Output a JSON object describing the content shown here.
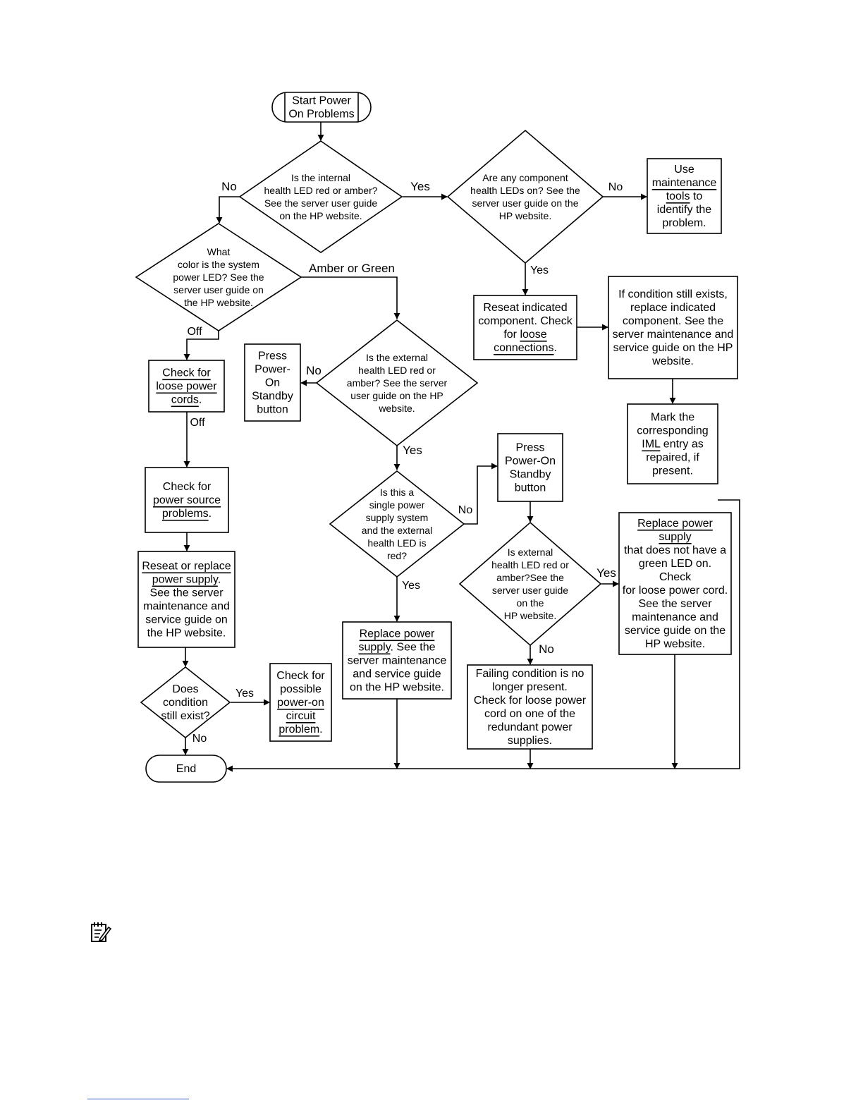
{
  "nodes": [
    {
      "id": "start",
      "lines": [
        [
          {
            "t": "Start Power"
          }
        ],
        [
          {
            "t": "On Problems"
          }
        ]
      ]
    },
    {
      "id": "q_internal",
      "lines": [
        [
          {
            "t": "Is the internal"
          }
        ],
        [
          {
            "t": "health LED red or amber?"
          }
        ],
        [
          {
            "t": "See the server user guide"
          }
        ],
        [
          {
            "t": "on the HP website."
          }
        ]
      ]
    },
    {
      "id": "q_component",
      "lines": [
        [
          {
            "t": "Are any component"
          }
        ],
        [
          {
            "t": "health LEDs on? See the"
          }
        ],
        [
          {
            "t": "server user guide on the"
          }
        ],
        [
          {
            "t": "HP website."
          }
        ]
      ]
    },
    {
      "id": "maint_tools",
      "lines": [
        [
          {
            "t": "Use"
          }
        ],
        [
          {
            "t": "maintenance",
            "u": true
          }
        ],
        [
          {
            "t": "tools",
            "u": true
          },
          {
            "t": " to"
          }
        ],
        [
          {
            "t": "identify the"
          }
        ],
        [
          {
            "t": "problem."
          }
        ]
      ]
    },
    {
      "id": "q_system_led",
      "lines": [
        [
          {
            "t": "What"
          }
        ],
        [
          {
            "t": "color is the system"
          }
        ],
        [
          {
            "t": "power LED? See the"
          }
        ],
        [
          {
            "t": "server user guide on"
          }
        ],
        [
          {
            "t": "the HP website."
          }
        ]
      ]
    },
    {
      "id": "reseat_component",
      "lines": [
        [
          {
            "t": "Reseat indicated"
          }
        ],
        [
          {
            "t": "component. Check"
          }
        ],
        [
          {
            "t": "for "
          },
          {
            "t": "loose",
            "u": true
          }
        ],
        [
          {
            "t": "connections",
            "u": true
          },
          {
            "t": "."
          }
        ]
      ]
    },
    {
      "id": "replace_component",
      "lines": [
        [
          {
            "t": "If condition still exists,"
          }
        ],
        [
          {
            "t": "replace indicated"
          }
        ],
        [
          {
            "t": "component. See the"
          }
        ],
        [
          {
            "t": "server maintenance and"
          }
        ],
        [
          {
            "t": "service guide on the HP"
          }
        ],
        [
          {
            "t": "website."
          }
        ]
      ]
    },
    {
      "id": "check_cords",
      "lines": [
        [
          {
            "t": "Check for",
            "u": true
          }
        ],
        [
          {
            "t": "loose power",
            "u": true
          }
        ],
        [
          {
            "t": "cords",
            "u": true
          },
          {
            "t": "."
          }
        ]
      ]
    },
    {
      "id": "press_standby_1",
      "lines": [
        [
          {
            "t": "Press"
          }
        ],
        [
          {
            "t": "Power-"
          }
        ],
        [
          {
            "t": "On"
          }
        ],
        [
          {
            "t": "Standby"
          }
        ],
        [
          {
            "t": "button"
          }
        ]
      ]
    },
    {
      "id": "q_external",
      "lines": [
        [
          {
            "t": "Is the external"
          }
        ],
        [
          {
            "t": "health LED red or"
          }
        ],
        [
          {
            "t": "amber? See the server"
          }
        ],
        [
          {
            "t": "user guide on the HP"
          }
        ],
        [
          {
            "t": "website."
          }
        ]
      ]
    },
    {
      "id": "mark_iml",
      "lines": [
        [
          {
            "t": "Mark the"
          }
        ],
        [
          {
            "t": "corresponding"
          }
        ],
        [
          {
            "t": "IML",
            "u": true
          },
          {
            "t": " entry as"
          }
        ],
        [
          {
            "t": "repaired, if"
          }
        ],
        [
          {
            "t": "present."
          }
        ]
      ]
    },
    {
      "id": "power_source",
      "lines": [
        [
          {
            "t": "Check for"
          }
        ],
        [
          {
            "t": "power source",
            "u": true
          }
        ],
        [
          {
            "t": "problems",
            "u": true
          },
          {
            "t": "."
          }
        ]
      ]
    },
    {
      "id": "press_standby_2",
      "lines": [
        [
          {
            "t": "Press"
          }
        ],
        [
          {
            "t": "Power-On"
          }
        ],
        [
          {
            "t": "Standby"
          }
        ],
        [
          {
            "t": "button"
          }
        ]
      ]
    },
    {
      "id": "q_single_supply",
      "lines": [
        [
          {
            "t": "Is this a"
          }
        ],
        [
          {
            "t": "single power"
          }
        ],
        [
          {
            "t": "supply system"
          }
        ],
        [
          {
            "t": "and the external"
          }
        ],
        [
          {
            "t": "health LED is"
          }
        ],
        [
          {
            "t": "red?"
          }
        ]
      ]
    },
    {
      "id": "replace_no_green",
      "lines": [
        [
          {
            "t": "Replace power",
            "u": true
          }
        ],
        [
          {
            "t": "supply",
            "u": true
          }
        ],
        [
          {
            "t": "that does not have a"
          }
        ],
        [
          {
            "t": "green LED on."
          }
        ],
        [
          {
            "t": "Check"
          }
        ],
        [
          {
            "t": "for loose power cord."
          }
        ],
        [
          {
            "t": "See the server"
          }
        ],
        [
          {
            "t": "maintenance and"
          }
        ],
        [
          {
            "t": "service guide on the"
          }
        ],
        [
          {
            "t": "HP website."
          }
        ]
      ]
    },
    {
      "id": "reseat_supply",
      "lines": [
        [
          {
            "t": "Reseat or replace",
            "u": true
          }
        ],
        [
          {
            "t": "power supply",
            "u": true
          },
          {
            "t": "."
          }
        ],
        [
          {
            "t": "See the server"
          }
        ],
        [
          {
            "t": "maintenance and"
          }
        ],
        [
          {
            "t": "service guide on"
          }
        ],
        [
          {
            "t": "the HP website."
          }
        ]
      ]
    },
    {
      "id": "q_external_2",
      "lines": [
        [
          {
            "t": "Is external"
          }
        ],
        [
          {
            "t": "health LED red or"
          }
        ],
        [
          {
            "t": "amber?See the"
          }
        ],
        [
          {
            "t": "server user guide"
          }
        ],
        [
          {
            "t": "on the"
          }
        ],
        [
          {
            "t": "HP website."
          }
        ]
      ]
    },
    {
      "id": "replace_supply",
      "lines": [
        [
          {
            "t": "Replace power",
            "u": true
          }
        ],
        [
          {
            "t": "supply",
            "u": true
          },
          {
            "t": ". See the"
          }
        ],
        [
          {
            "t": "server maintenance"
          }
        ],
        [
          {
            "t": "and service guide"
          }
        ],
        [
          {
            "t": "on the HP website."
          }
        ]
      ]
    },
    {
      "id": "q_still_exist",
      "lines": [
        [
          {
            "t": "Does"
          }
        ],
        [
          {
            "t": "condition"
          }
        ],
        [
          {
            "t": "still exist?"
          }
        ]
      ]
    },
    {
      "id": "power_on_circuit",
      "lines": [
        [
          {
            "t": "Check for"
          }
        ],
        [
          {
            "t": "possible"
          }
        ],
        [
          {
            "t": "power-on",
            "u": true
          }
        ],
        [
          {
            "t": "circuit",
            "u": true
          }
        ],
        [
          {
            "t": "problem",
            "u": true
          },
          {
            "t": "."
          }
        ]
      ]
    },
    {
      "id": "failing_gone",
      "lines": [
        [
          {
            "t": "Failing condition is no"
          }
        ],
        [
          {
            "t": "longer present."
          }
        ],
        [
          {
            "t": "Check for loose power"
          }
        ],
        [
          {
            "t": "cord on one of the"
          }
        ],
        [
          {
            "t": "redundant power"
          }
        ],
        [
          {
            "t": "supplies."
          }
        ]
      ]
    },
    {
      "id": "end",
      "lines": [
        [
          {
            "t": "End"
          }
        ]
      ]
    }
  ],
  "edge_labels": [
    {
      "id": "internal_no",
      "text": "No"
    },
    {
      "id": "internal_yes",
      "text": "Yes"
    },
    {
      "id": "component_no",
      "text": "No"
    },
    {
      "id": "component_yes",
      "text": "Yes"
    },
    {
      "id": "led_amber_green",
      "text": "Amber or Green"
    },
    {
      "id": "led_off",
      "text": "Off"
    },
    {
      "id": "cords_off",
      "text": "Off"
    },
    {
      "id": "external_no",
      "text": "No"
    },
    {
      "id": "external_yes",
      "text": "Yes"
    },
    {
      "id": "single_no",
      "text": "No"
    },
    {
      "id": "single_yes",
      "text": "Yes"
    },
    {
      "id": "external2_yes",
      "text": "Yes"
    },
    {
      "id": "external2_no",
      "text": "No"
    },
    {
      "id": "still_yes",
      "text": "Yes"
    },
    {
      "id": "still_no",
      "text": "No"
    }
  ]
}
